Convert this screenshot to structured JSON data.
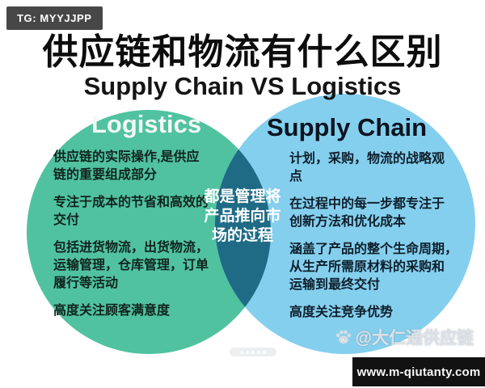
{
  "badge": {
    "label": "TG: MYYJJPP"
  },
  "title": {
    "zh": "供应链和物流有什么区别",
    "en": "Supply Chain VS Logistics"
  },
  "venn": {
    "left": {
      "heading": "Logistics",
      "color": "#50c2a0",
      "points": [
        {
          "lines": [
            "供应链的实际操作,是供应",
            "链的重要组成部分"
          ]
        },
        {
          "lines": [
            "专注于成本的节省和高效的",
            "交付"
          ]
        },
        {
          "lines": [
            "包括进货物流，出货物流，",
            "运输管理，仓库管理，订单",
            "履行等活动"
          ]
        },
        {
          "lines": [
            "高度关注顾客满意度"
          ]
        }
      ]
    },
    "right": {
      "heading": "Supply Chain",
      "color": "#85cfee",
      "points": [
        {
          "lines": [
            "计划，采购，物流的战略观",
            "点"
          ]
        },
        {
          "lines": [
            "在过程中的每一步都专注于",
            "创新方法和优化成本"
          ]
        },
        {
          "lines": [
            "涵盖了产品的整个生命周期，",
            "从生产所需原材料的采购和",
            "运输到最终交付"
          ]
        },
        {
          "lines": [
            "高度关注竞争优势"
          ]
        }
      ]
    },
    "overlap": {
      "color": "#1f6b85",
      "lines": [
        "都是管理将",
        "产品推向市",
        "场的过程"
      ]
    }
  },
  "watermark": {
    "icon": "baidu-paw-icon",
    "handle": "@大仁通供应链"
  },
  "footer": {
    "url": "www.m-qiutanty.com"
  }
}
